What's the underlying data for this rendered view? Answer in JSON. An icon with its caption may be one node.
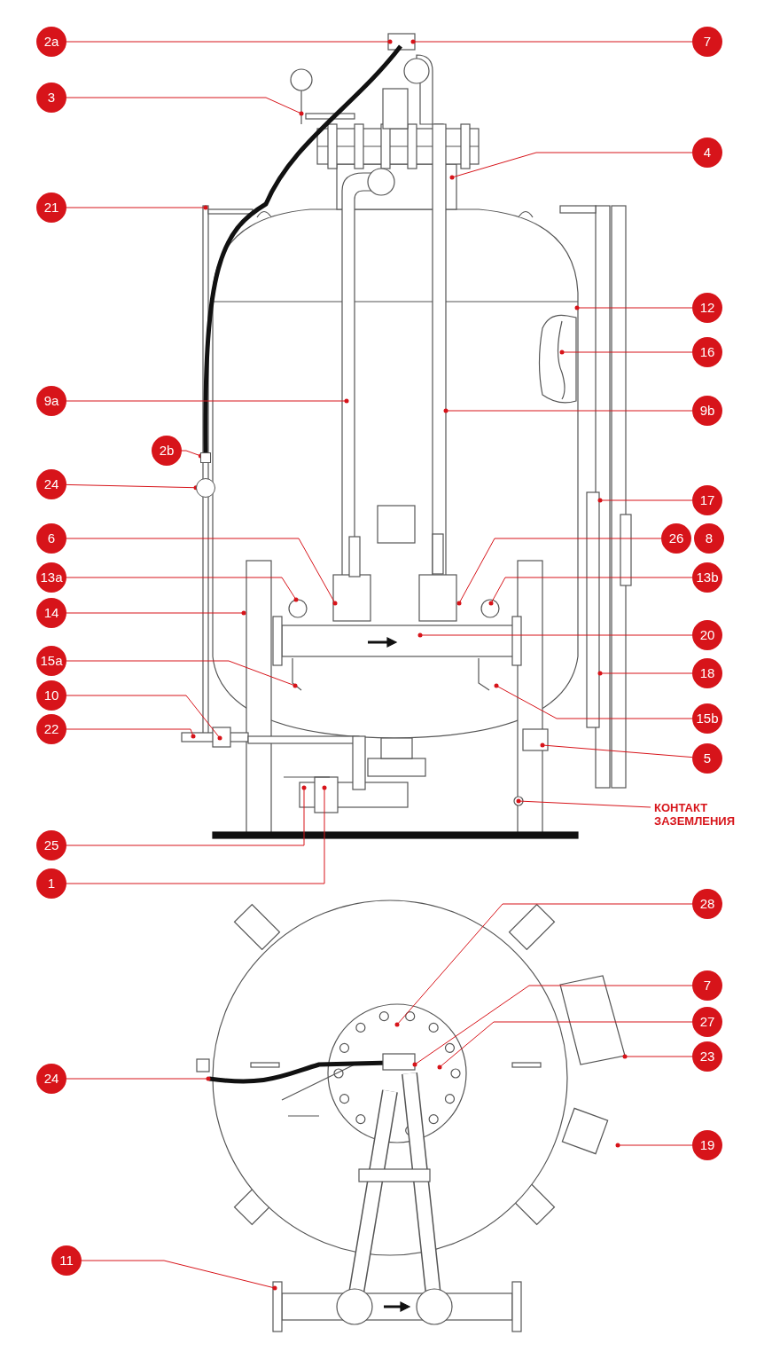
{
  "diagram": {
    "nodes": [
      {
        "text": [
          "2a"
        ]
      },
      {
        "text": [
          "7"
        ]
      },
      {
        "text": [
          "3"
        ]
      },
      {
        "text": [
          "4"
        ]
      },
      {
        "text": [
          "21"
        ]
      },
      {
        "text": [
          "12"
        ]
      },
      {
        "text": [
          "16"
        ]
      },
      {
        "text": [
          "9a"
        ]
      },
      {
        "text": [
          "9b"
        ]
      },
      {
        "text": [
          "2b"
        ]
      },
      {
        "text": [
          "24"
        ]
      },
      {
        "text": [
          "17"
        ]
      },
      {
        "text": [
          "6"
        ]
      },
      {
        "text": [
          "26"
        ]
      },
      {
        "text": [
          "8"
        ]
      },
      {
        "text": [
          "13a"
        ]
      },
      {
        "text": [
          "13b"
        ]
      },
      {
        "text": [
          "14"
        ]
      },
      {
        "text": [
          "20"
        ]
      },
      {
        "text": [
          "15a"
        ]
      },
      {
        "text": [
          "18"
        ]
      },
      {
        "text": [
          "10"
        ]
      },
      {
        "text": [
          "15b"
        ]
      },
      {
        "text": [
          "22"
        ]
      },
      {
        "text": [
          "5"
        ]
      },
      {
        "text": [
          "КОНТАКТ ЗАЗЕМЛЕНИЯ"
        ]
      },
      {
        "text": [
          "25"
        ]
      },
      {
        "text": [
          "1"
        ]
      },
      {
        "text": [
          "28"
        ]
      },
      {
        "text": [
          "7"
        ]
      },
      {
        "text": [
          "27"
        ]
      },
      {
        "text": [
          "23"
        ]
      },
      {
        "text": [
          "24"
        ]
      },
      {
        "text": [
          "19"
        ]
      },
      {
        "text": [
          "11"
        ]
      },
      {
        "text": [],
        "shape": "circle"
      },
      {
        "text": [],
        "shape": "box"
      }
    ],
    "edges": [
      {
        "from": 0,
        "to": null,
        "arrow": "other"
      },
      {
        "from": 1,
        "to": null,
        "arrow": "other"
      },
      {
        "from": 2,
        "to": null,
        "arrow": "other"
      },
      {
        "from": 3,
        "to": null,
        "arrow": "other"
      },
      {
        "from": 4,
        "to": null,
        "arrow": "other"
      },
      {
        "from": 5,
        "to": null,
        "arrow": "other"
      },
      {
        "from": 6,
        "to": null,
        "arrow": "other"
      },
      {
        "from": 7,
        "to": null,
        "arrow": "other"
      },
      {
        "from": 8,
        "to": null,
        "arrow": "other"
      },
      {
        "from": 9,
        "to": 36,
        "arrow": "other"
      },
      {
        "from": 10,
        "to": 35,
        "arrow": "other"
      },
      {
        "from": 11,
        "to": null,
        "arrow": "other"
      },
      {
        "from": 12,
        "to": null,
        "arrow": "other"
      },
      {
        "from": 13,
        "to": null,
        "arrow": "other"
      },
      {
        "from": 15,
        "to": null,
        "arrow": "other"
      },
      {
        "from": 16,
        "to": null,
        "arrow": "other"
      },
      {
        "from": 17,
        "to": null,
        "arrow": "other"
      },
      {
        "from": 18,
        "to": null,
        "arrow": "other"
      },
      {
        "from": 19,
        "to": null,
        "arrow": "other"
      },
      {
        "from": 20,
        "to": null,
        "arrow": "other"
      },
      {
        "from": 21,
        "to": null,
        "arrow": "other"
      },
      {
        "from": 22,
        "to": null,
        "arrow": "other"
      },
      {
        "from": 23,
        "to": null,
        "arrow": "other"
      },
      {
        "from": 24,
        "to": null,
        "arrow": "other"
      },
      {
        "from": 25,
        "to": null,
        "arrow": "other"
      },
      {
        "from": 26,
        "to": null,
        "arrow": "other"
      },
      {
        "from": 27,
        "to": null,
        "arrow": "other"
      },
      {
        "from": 28,
        "to": null,
        "arrow": "other"
      },
      {
        "from": 29,
        "to": null,
        "arrow": "other"
      },
      {
        "from": 30,
        "to": null,
        "arrow": "other"
      },
      {
        "from": 31,
        "to": null,
        "arrow": "other"
      },
      {
        "from": 32,
        "to": null,
        "arrow": "other"
      },
      {
        "from": 33,
        "to": null,
        "arrow": "other"
      },
      {
        "from": 34,
        "to": null,
        "arrow": "other"
      }
    ]
  }
}
